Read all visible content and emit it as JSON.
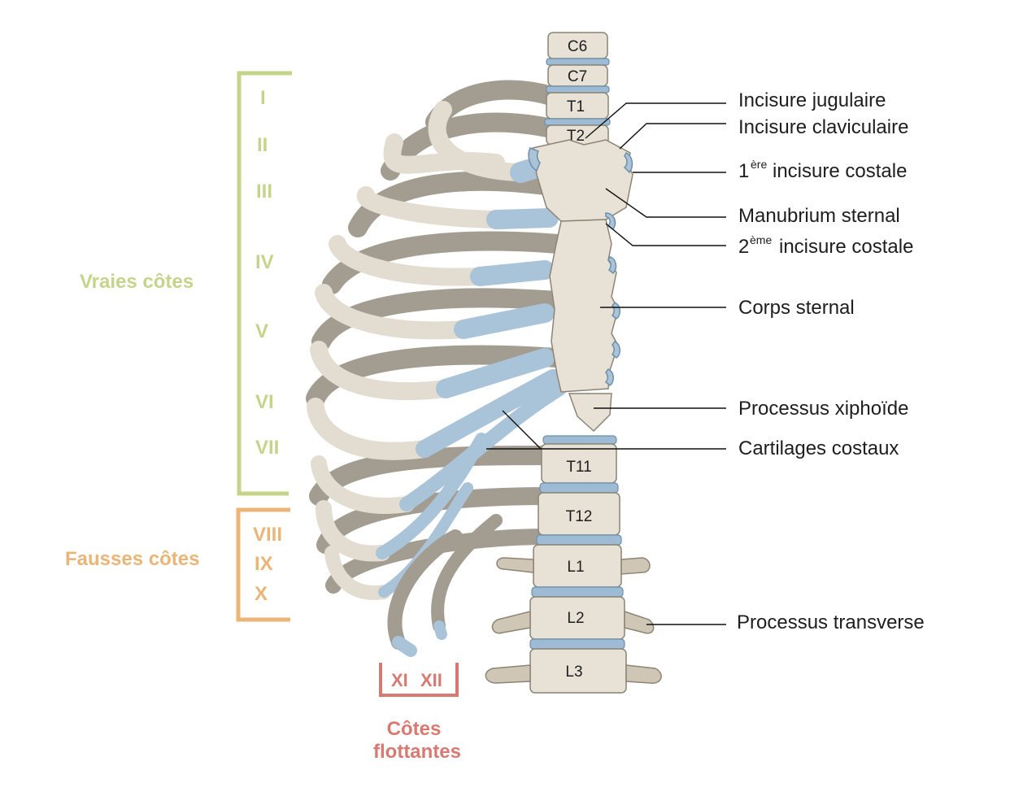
{
  "vertebrae": [
    "C6",
    "C7",
    "T1",
    "T2",
    "T11",
    "T12",
    "L1",
    "L2",
    "L3"
  ],
  "labels": {
    "incisure_jugulaire": "Incisure jugulaire",
    "incisure_claviculaire": "Incisure claviculaire",
    "incisure_costale_1_num": "1",
    "incisure_costale_1_sup": "ère",
    "incisure_costale_1_text": "incisure costale",
    "manubrium": "Manubrium sternal",
    "incisure_costale_2_num": "2",
    "incisure_costale_2_sup": "ème",
    "incisure_costale_2_text": "incisure costale",
    "corps_sternal": "Corps sternal",
    "processus_xiphoide": "Processus xiphoïde",
    "cartilages_costaux": "Cartilages costaux",
    "processus_transverse": "Processus transverse"
  },
  "groups": {
    "vraies": {
      "title": "Vraies côtes",
      "numerals": [
        "I",
        "II",
        "III",
        "IV",
        "V",
        "VI",
        "VII"
      ],
      "color": "#c4d48a"
    },
    "fausses": {
      "title": "Fausses côtes",
      "numerals": [
        "VIII",
        "IX",
        "X"
      ],
      "color": "#eab577"
    },
    "flottantes": {
      "title_line1": "Côtes",
      "title_line2": "flottantes",
      "numerals": [
        "XI",
        "XII"
      ],
      "color": "#d97a72"
    }
  }
}
